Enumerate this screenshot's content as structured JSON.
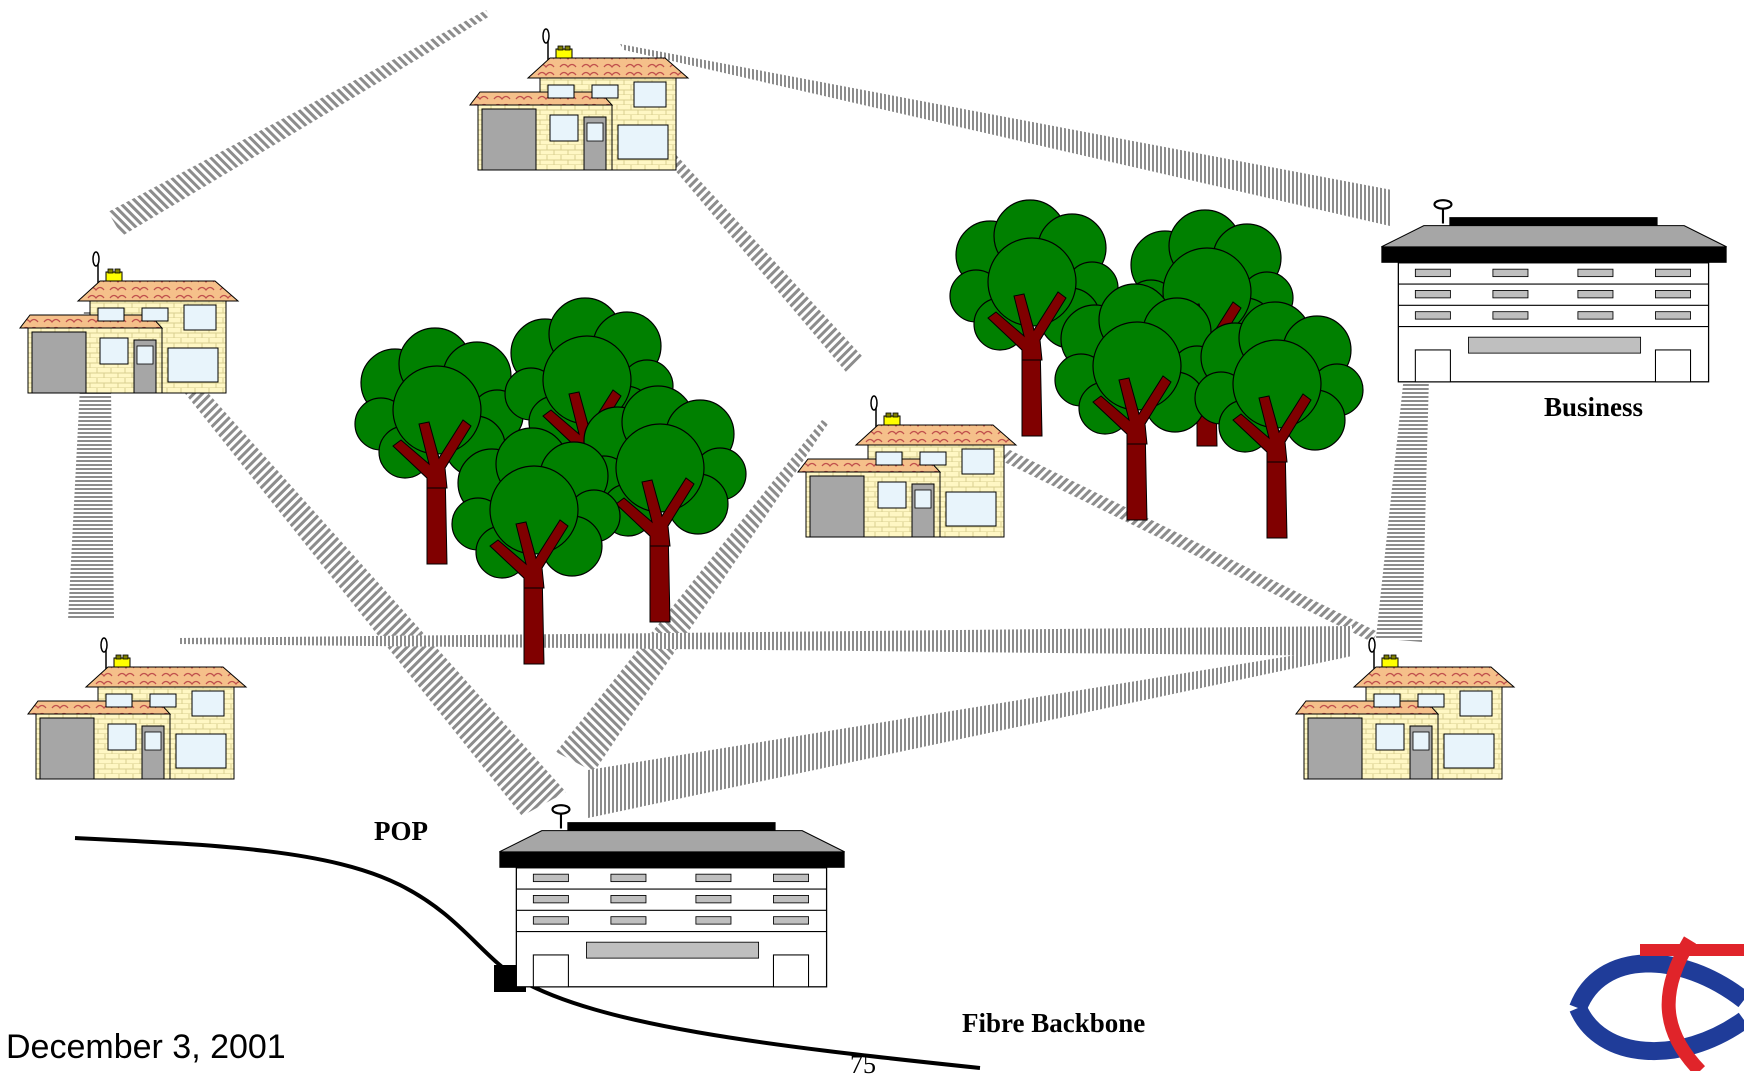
{
  "labels": {
    "pop": "POP",
    "business": "Business",
    "fibre_backbone": "Fibre Backbone",
    "date": "December 3, 2001",
    "page_number": "75"
  },
  "icons": {
    "house": "house-icon",
    "office": "office-building-icon",
    "tree": "tree-icon",
    "dish": "satellite-dish-icon",
    "logo": "company-logo-icon"
  },
  "colors": {
    "roof": "#F5C08A",
    "roof_texture": "#C0504D",
    "wall": "#FFF7C4",
    "brick": "#D8CF90",
    "garage": "#A6A6A6",
    "window": "#E8F4FB",
    "tree_foliage": "#008000",
    "tree_trunk": "#800000",
    "link": "#9A9A9A",
    "office_roof": "#A6A6A6",
    "logo_red": "#E0242A",
    "logo_blue": "#1F3C99"
  }
}
